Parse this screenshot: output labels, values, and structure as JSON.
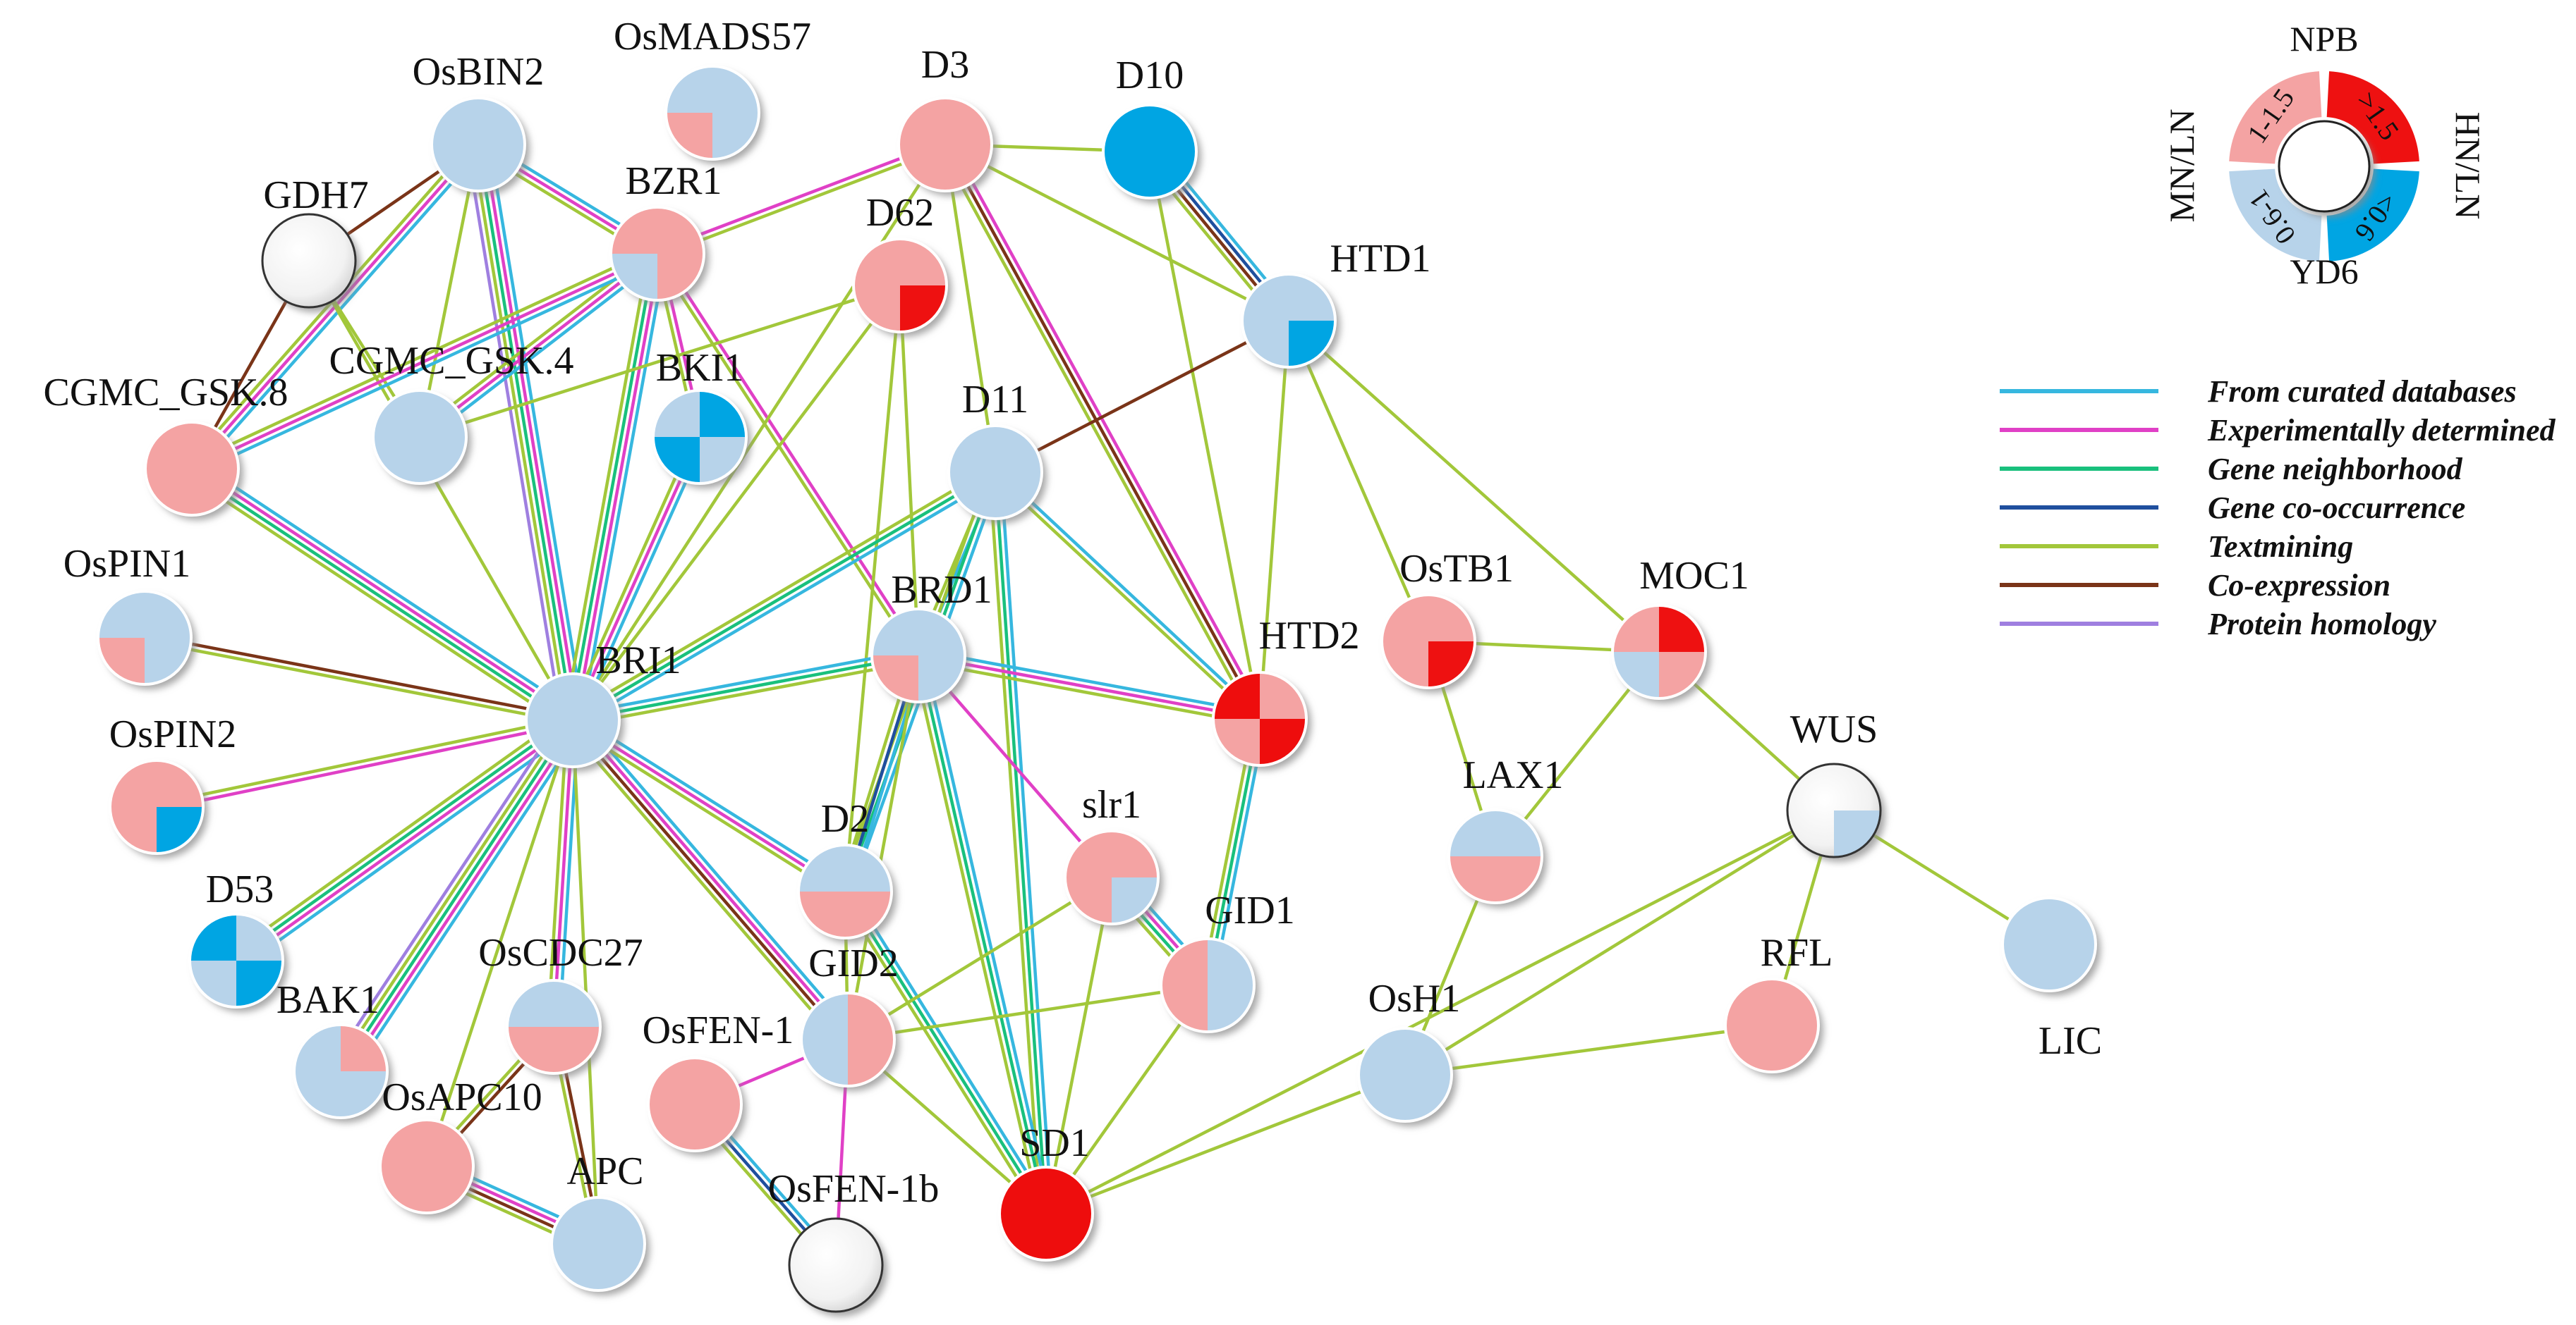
{
  "colors": {
    "low": "#b7d3ea",
    "very_low": "#00a5e3",
    "high": "#f4a3a3",
    "very_high": "#ee1111",
    "white": "#ffffff"
  },
  "nodes": [
    {
      "id": "OsBIN2",
      "label": "OsBIN2",
      "fill": "low"
    },
    {
      "id": "OsMADS57",
      "label": "OsMADS57",
      "fill": "low",
      "tr": "low",
      "br": "low",
      "bl": "high",
      "tl": "low"
    },
    {
      "id": "D3",
      "label": "D3",
      "fill": "high"
    },
    {
      "id": "D10",
      "label": "D10",
      "fill": "very_low"
    },
    {
      "id": "GDH7",
      "label": "GDH7",
      "fill": "white"
    },
    {
      "id": "BZR1",
      "label": "BZR1",
      "fill": "high",
      "tr": "high",
      "br": "high",
      "bl": "low",
      "tl": "high"
    },
    {
      "id": "D62",
      "label": "D62",
      "fill": "high",
      "tr": "high",
      "br": "very_high",
      "bl": "high",
      "tl": "high"
    },
    {
      "id": "HTD1",
      "label": "HTD1",
      "fill": "low",
      "tr": "low",
      "br": "very_low",
      "bl": "low",
      "tl": "low"
    },
    {
      "id": "CGMC_GSK.4",
      "label": "CGMC_GSK.4",
      "fill": "low"
    },
    {
      "id": "BKI1",
      "label": "BKI1",
      "fill": "low",
      "tr": "very_low",
      "br": "low",
      "bl": "very_low",
      "tl": "low"
    },
    {
      "id": "CGMC_GSK.8",
      "label": "CGMC_GSK.8",
      "fill": "high"
    },
    {
      "id": "D11",
      "label": "D11",
      "fill": "low"
    },
    {
      "id": "OsPIN1",
      "label": "OsPIN1",
      "fill": "low",
      "tr": "low",
      "br": "low",
      "bl": "high",
      "tl": "low"
    },
    {
      "id": "BRI1",
      "label": "BRI1",
      "fill": "low"
    },
    {
      "id": "BRD1",
      "label": "BRD1",
      "fill": "low",
      "tr": "low",
      "br": "low",
      "bl": "high",
      "tl": "low"
    },
    {
      "id": "OsTB1",
      "label": "OsTB1",
      "fill": "high",
      "tr": "high",
      "br": "very_high",
      "bl": "high",
      "tl": "high"
    },
    {
      "id": "MOC1",
      "label": "MOC1",
      "fill": "high",
      "tr": "very_high",
      "br": "high",
      "bl": "low",
      "tl": "high"
    },
    {
      "id": "HTD2",
      "label": "HTD2",
      "fill": "very_high",
      "tr": "high",
      "br": "very_high",
      "bl": "high",
      "tl": "very_high"
    },
    {
      "id": "OsPIN2",
      "label": "OsPIN2",
      "fill": "high",
      "tr": "high",
      "br": "very_low",
      "bl": "high",
      "tl": "high"
    },
    {
      "id": "WUS",
      "label": "WUS",
      "fill": "white",
      "tr": "white",
      "br": "low",
      "bl": "white",
      "tl": "white"
    },
    {
      "id": "LAX1",
      "label": "LAX1",
      "fill": "low",
      "tr": "low",
      "br": "high",
      "bl": "high",
      "tl": "low"
    },
    {
      "id": "D53",
      "label": "D53",
      "fill": "low",
      "tr": "low",
      "br": "very_low",
      "bl": "low",
      "tl": "very_low"
    },
    {
      "id": "D2",
      "label": "D2",
      "fill": "low",
      "tr": "low",
      "br": "high",
      "bl": "high",
      "tl": "low"
    },
    {
      "id": "slr1",
      "label": "slr1",
      "fill": "high",
      "tr": "high",
      "br": "low",
      "bl": "high",
      "tl": "high"
    },
    {
      "id": "GID1",
      "label": "GID1",
      "fill": "low",
      "tr": "low",
      "br": "low",
      "bl": "high",
      "tl": "high"
    },
    {
      "id": "BAK1",
      "label": "BAK1",
      "fill": "low",
      "tr": "high",
      "br": "low",
      "bl": "low",
      "tl": "low"
    },
    {
      "id": "OsCDC27",
      "label": "OsCDC27",
      "fill": "low",
      "tr": "low",
      "br": "high",
      "bl": "high",
      "tl": "low"
    },
    {
      "id": "GID2",
      "label": "GID2",
      "fill": "high",
      "tr": "high",
      "br": "high",
      "bl": "low",
      "tl": "low"
    },
    {
      "id": "OsFEN-1",
      "label": "OsFEN-1",
      "fill": "high"
    },
    {
      "id": "RFL",
      "label": "RFL",
      "fill": "high"
    },
    {
      "id": "LIC",
      "label": "LIC",
      "fill": "low"
    },
    {
      "id": "OsH1",
      "label": "OsH1",
      "fill": "low"
    },
    {
      "id": "OsAPC10",
      "label": "OsAPC10",
      "fill": "high"
    },
    {
      "id": "APC",
      "label": "APC",
      "fill": "low"
    },
    {
      "id": "OsFEN-1b",
      "label": "OsFEN-1b",
      "fill": "white"
    },
    {
      "id": "SD1",
      "label": "SD1",
      "fill": "very_high"
    }
  ],
  "edges": [
    {
      "a": "OsBIN2",
      "b": "BZR1",
      "types": [
        "curated",
        "experimental",
        "textmining"
      ]
    },
    {
      "a": "OsBIN2",
      "b": "GDH7",
      "types": [
        "coexpression"
      ]
    },
    {
      "a": "OsBIN2",
      "b": "CGMC_GSK.4",
      "types": [
        "textmining"
      ]
    },
    {
      "a": "OsBIN2",
      "b": "BRI1",
      "types": [
        "curated",
        "experimental",
        "neighborhood",
        "textmining",
        "homology"
      ]
    },
    {
      "a": "OsBIN2",
      "b": "CGMC_GSK.8",
      "types": [
        "curated",
        "experimental",
        "textmining"
      ]
    },
    {
      "a": "GDH7",
      "b": "CGMC_GSK.8",
      "types": [
        "coexpression"
      ]
    },
    {
      "a": "GDH7",
      "b": "CGMC_GSK.4",
      "types": [
        "textmining"
      ]
    },
    {
      "a": "GDH7",
      "b": "BRI1",
      "types": [
        "textmining"
      ]
    },
    {
      "a": "BZR1",
      "b": "D3",
      "types": [
        "experimental",
        "textmining"
      ]
    },
    {
      "a": "BZR1",
      "b": "CGMC_GSK.4",
      "types": [
        "curated",
        "experimental",
        "textmining"
      ]
    },
    {
      "a": "BZR1",
      "b": "CGMC_GSK.8",
      "types": [
        "curated",
        "experimental",
        "textmining"
      ]
    },
    {
      "a": "BZR1",
      "b": "BRI1",
      "types": [
        "curated",
        "experimental",
        "neighborhood",
        "textmining"
      ]
    },
    {
      "a": "BZR1",
      "b": "BRD1",
      "types": [
        "experimental",
        "textmining"
      ]
    },
    {
      "a": "BZR1",
      "b": "BKI1",
      "types": [
        "experimental",
        "textmining"
      ]
    },
    {
      "a": "D3",
      "b": "D10",
      "types": [
        "textmining"
      ]
    },
    {
      "a": "D3",
      "b": "HTD1",
      "types": [
        "textmining"
      ]
    },
    {
      "a": "D3",
      "b": "D11",
      "types": [
        "textmining"
      ]
    },
    {
      "a": "D3",
      "b": "HTD2",
      "types": [
        "experimental",
        "coexpression",
        "textmining"
      ]
    },
    {
      "a": "D3",
      "b": "BRI1",
      "types": [
        "textmining"
      ]
    },
    {
      "a": "D10",
      "b": "HTD1",
      "types": [
        "curated",
        "cooccurrence",
        "coexpression",
        "textmining"
      ]
    },
    {
      "a": "D10",
      "b": "HTD2",
      "types": [
        "textmining"
      ]
    },
    {
      "a": "HTD1",
      "b": "D11",
      "types": [
        "coexpression"
      ]
    },
    {
      "a": "HTD1",
      "b": "HTD2",
      "types": [
        "textmining"
      ]
    },
    {
      "a": "HTD1",
      "b": "OsTB1",
      "types": [
        "textmining"
      ]
    },
    {
      "a": "HTD1",
      "b": "MOC1",
      "types": [
        "textmining"
      ]
    },
    {
      "a": "D62",
      "b": "BRD1",
      "types": [
        "textmining"
      ]
    },
    {
      "a": "D62",
      "b": "D2",
      "types": [
        "textmining"
      ]
    },
    {
      "a": "D62",
      "b": "CGMC_GSK.4",
      "types": [
        "textmining"
      ]
    },
    {
      "a": "D62",
      "b": "BRI1",
      "types": [
        "textmining"
      ]
    },
    {
      "a": "BKI1",
      "b": "BRI1",
      "types": [
        "curated",
        "experimental",
        "textmining"
      ]
    },
    {
      "a": "CGMC_GSK.8",
      "b": "BRI1",
      "types": [
        "curated",
        "experimental",
        "neighborhood",
        "textmining"
      ]
    },
    {
      "a": "D11",
      "b": "BRI1",
      "types": [
        "curated",
        "neighborhood",
        "textmining"
      ]
    },
    {
      "a": "D11",
      "b": "BRD1",
      "types": [
        "curated",
        "textmining"
      ]
    },
    {
      "a": "D11",
      "b": "D2",
      "types": [
        "curated",
        "neighborhood",
        "textmining"
      ]
    },
    {
      "a": "D11",
      "b": "SD1",
      "types": [
        "curated",
        "neighborhood",
        "textmining"
      ]
    },
    {
      "a": "D11",
      "b": "HTD2",
      "types": [
        "curated",
        "textmining"
      ]
    },
    {
      "a": "OsPIN1",
      "b": "BRI1",
      "types": [
        "coexpression",
        "textmining"
      ]
    },
    {
      "a": "BRI1",
      "b": "BRD1",
      "types": [
        "curated",
        "neighborhood",
        "textmining"
      ]
    },
    {
      "a": "BRI1",
      "b": "OsPIN2",
      "types": [
        "experimental",
        "textmining"
      ]
    },
    {
      "a": "BRI1",
      "b": "D53",
      "types": [
        "curated",
        "experimental",
        "neighborhood",
        "textmining"
      ]
    },
    {
      "a": "BRI1",
      "b": "BAK1",
      "types": [
        "curated",
        "experimental",
        "neighborhood",
        "textmining",
        "homology"
      ]
    },
    {
      "a": "BRI1",
      "b": "OsCDC27",
      "types": [
        "curated",
        "experimental",
        "textmining"
      ]
    },
    {
      "a": "BRI1",
      "b": "GID2",
      "types": [
        "curated",
        "experimental",
        "coexpression",
        "textmining"
      ]
    },
    {
      "a": "BRI1",
      "b": "D2",
      "types": [
        "curated",
        "experimental",
        "textmining"
      ]
    },
    {
      "a": "BRI1",
      "b": "OsAPC10",
      "types": [
        "textmining"
      ]
    },
    {
      "a": "BRI1",
      "b": "APC",
      "types": [
        "textmining"
      ]
    },
    {
      "a": "BRD1",
      "b": "D2",
      "types": [
        "curated",
        "cooccurrence",
        "textmining"
      ]
    },
    {
      "a": "BRD1",
      "b": "SD1",
      "types": [
        "curated",
        "neighborhood",
        "textmining"
      ]
    },
    {
      "a": "BRD1",
      "b": "HTD2",
      "types": [
        "curated",
        "experimental",
        "textmining"
      ]
    },
    {
      "a": "BRD1",
      "b": "slr1",
      "types": [
        "experimental"
      ]
    },
    {
      "a": "BRD1",
      "b": "GID2",
      "types": [
        "textmining"
      ]
    },
    {
      "a": "HTD2",
      "b": "GID1",
      "types": [
        "curated",
        "neighborhood",
        "textmining"
      ]
    },
    {
      "a": "OsTB1",
      "b": "MOC1",
      "types": [
        "textmining"
      ]
    },
    {
      "a": "OsTB1",
      "b": "LAX1",
      "types": [
        "textmining"
      ]
    },
    {
      "a": "MOC1",
      "b": "LAX1",
      "types": [
        "textmining"
      ]
    },
    {
      "a": "MOC1",
      "b": "WUS",
      "types": [
        "textmining"
      ]
    },
    {
      "a": "WUS",
      "b": "OsH1",
      "types": [
        "textmining"
      ]
    },
    {
      "a": "WUS",
      "b": "RFL",
      "types": [
        "textmining"
      ]
    },
    {
      "a": "WUS",
      "b": "LIC",
      "types": [
        "textmining"
      ]
    },
    {
      "a": "WUS",
      "b": "SD1",
      "types": [
        "textmining"
      ]
    },
    {
      "a": "LAX1",
      "b": "OsH1",
      "types": [
        "textmining"
      ]
    },
    {
      "a": "RFL",
      "b": "OsH1",
      "types": [
        "textmining"
      ]
    },
    {
      "a": "OsH1",
      "b": "SD1",
      "types": [
        "textmining"
      ]
    },
    {
      "a": "D2",
      "b": "SD1",
      "types": [
        "curated",
        "neighborhood",
        "textmining"
      ]
    },
    {
      "a": "D2",
      "b": "GID2",
      "types": [
        "textmining"
      ]
    },
    {
      "a": "slr1",
      "b": "GID1",
      "types": [
        "curated",
        "experimental",
        "neighborhood",
        "textmining"
      ]
    },
    {
      "a": "slr1",
      "b": "GID2",
      "types": [
        "textmining"
      ]
    },
    {
      "a": "slr1",
      "b": "SD1",
      "types": [
        "textmining"
      ]
    },
    {
      "a": "GID1",
      "b": "GID2",
      "types": [
        "textmining"
      ]
    },
    {
      "a": "GID1",
      "b": "SD1",
      "types": [
        "textmining"
      ]
    },
    {
      "a": "GID2",
      "b": "SD1",
      "types": [
        "textmining"
      ]
    },
    {
      "a": "GID2",
      "b": "OsFEN-1",
      "types": [
        "experimental"
      ]
    },
    {
      "a": "GID2",
      "b": "OsFEN-1b",
      "types": [
        "experimental"
      ]
    },
    {
      "a": "OsFEN-1",
      "b": "OsFEN-1b",
      "types": [
        "curated",
        "cooccurrence",
        "textmining"
      ]
    },
    {
      "a": "OsCDC27",
      "b": "OsAPC10",
      "types": [
        "coexpression",
        "textmining"
      ]
    },
    {
      "a": "OsCDC27",
      "b": "APC",
      "types": [
        "coexpression",
        "textmining"
      ]
    },
    {
      "a": "OsAPC10",
      "b": "APC",
      "types": [
        "curated",
        "experimental",
        "coexpression",
        "textmining"
      ]
    }
  ],
  "edge_colors": {
    "curated": "#36b7df",
    "experimental": "#e040c6",
    "neighborhood": "#19c07d",
    "cooccurrence": "#1f4f9e",
    "textmining": "#a2c73a",
    "coexpression": "#7a3418",
    "homology": "#9f7fe0"
  },
  "legend": [
    {
      "type": "curated",
      "label": "From curated databases"
    },
    {
      "type": "experimental",
      "label": "Experimentally determined"
    },
    {
      "type": "neighborhood",
      "label": "Gene neighborhood"
    },
    {
      "type": "cooccurrence",
      "label": "Gene co-occurrence"
    },
    {
      "type": "textmining",
      "label": "Textmining"
    },
    {
      "type": "coexpression",
      "label": "Co-expression"
    },
    {
      "type": "homology",
      "label": "Protein homology"
    }
  ],
  "key": {
    "top": "NPB",
    "bottom": "YD6",
    "left": "MN/LN",
    "right": "HN/LN",
    "ranges": {
      "tl": "1-1.5",
      "tr": ">1.5",
      "bl": "0.6-1",
      "br": "<0.6"
    },
    "colors": {
      "tl": "high",
      "tr": "very_high",
      "bl": "low",
      "br": "very_low"
    }
  }
}
